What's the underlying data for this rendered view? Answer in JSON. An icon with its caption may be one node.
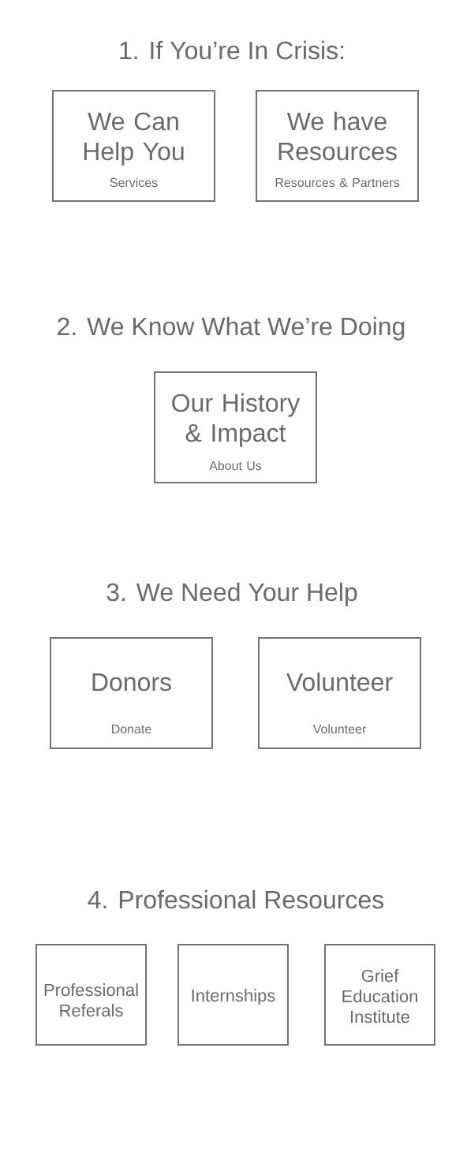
{
  "diagram": {
    "nodes": [
      {
        "text": [
          "We Can Help You",
          "Services"
        ]
      },
      {
        "text": [
          "We have Resources",
          "Resources & Partners"
        ]
      },
      {
        "text": [
          "Our History & Impact",
          "About Us"
        ]
      },
      {
        "text": [
          "Donors",
          "Donate"
        ]
      },
      {
        "text": [
          "Volunteer",
          "Volunteer"
        ]
      },
      {
        "text": [
          "Professional Referals"
        ]
      },
      {
        "text": [
          "Internships"
        ]
      },
      {
        "text": [
          "Grief Education Institute"
        ]
      }
    ],
    "labels": [
      "1. If You’re In Crisis:",
      "2. We Know What We’re Doing",
      "3. We Need Your Help",
      "4. Professional Resources"
    ]
  }
}
